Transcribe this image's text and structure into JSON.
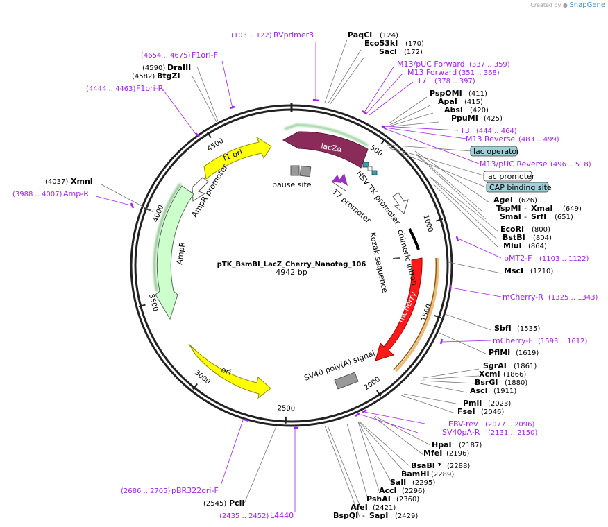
{
  "credit": {
    "prefix": "Created by",
    "brand": "SnapGene"
  },
  "plasmid": {
    "name": "pTK_BsmBI_LacZ_Cherry_Nanotag_106",
    "size": "4942 bp"
  },
  "ticks": [
    {
      "label": "500"
    },
    {
      "label": "1000"
    },
    {
      "label": "1500"
    },
    {
      "label": "2000"
    },
    {
      "label": "2500"
    },
    {
      "label": "3000"
    },
    {
      "label": "3500"
    },
    {
      "label": "4000"
    },
    {
      "label": "4500"
    }
  ],
  "features": [
    {
      "name": "lacZα",
      "color": "#8b2b5a"
    },
    {
      "name": "f1 ori",
      "color": "#ffff00"
    },
    {
      "name": "AmpR promoter",
      "color": "#ffffff"
    },
    {
      "name": "AmpR",
      "color": "#ccffcc"
    },
    {
      "name": "ori",
      "color": "#ffff00"
    },
    {
      "name": "mCherry",
      "color": "#ff0000"
    },
    {
      "name": "SV40 poly(A) signal",
      "color": "#999999"
    },
    {
      "name": "chimeric intron",
      "color": "#000000"
    },
    {
      "name": "Kozak sequence",
      "color": "#000000"
    },
    {
      "name": "HSV TK promoter",
      "color": "#ffffff"
    },
    {
      "name": "T7 promoter",
      "color": "#ffffff"
    },
    {
      "name": "pause site",
      "color": "#999999"
    }
  ],
  "enzymes": [
    {
      "name": "PaqCI",
      "pos": "(124)"
    },
    {
      "name": "Eco53kI",
      "pos": "(170)"
    },
    {
      "name": "SacI",
      "pos": "(172)"
    },
    {
      "name": "PspOMI",
      "pos": "(411)"
    },
    {
      "name": "ApaI",
      "pos": "(415)"
    },
    {
      "name": "AbsI",
      "pos": "(420)"
    },
    {
      "name": "PpuMI",
      "pos": "(425)"
    },
    {
      "name": "AgeI",
      "pos": "(626)"
    },
    {
      "name": "TspMI",
      "pos": ""
    },
    {
      "name": "XmaI",
      "pos": "(649)"
    },
    {
      "name": "SmaI",
      "pos": ""
    },
    {
      "name": "SrfI",
      "pos": "(651)"
    },
    {
      "name": "EcoRI",
      "pos": "(800)"
    },
    {
      "name": "BstBI",
      "pos": "(804)"
    },
    {
      "name": "MluI",
      "pos": "(864)"
    },
    {
      "name": "MscI",
      "pos": "(1210)"
    },
    {
      "name": "SbfI",
      "pos": "(1535)"
    },
    {
      "name": "PflMI",
      "pos": "(1619)"
    },
    {
      "name": "SgrAI",
      "pos": "(1861)"
    },
    {
      "name": "XcmI",
      "pos": "(1866)"
    },
    {
      "name": "BsrGI",
      "pos": "(1880)"
    },
    {
      "name": "AscI",
      "pos": "(1911)"
    },
    {
      "name": "PmlI",
      "pos": "(2023)"
    },
    {
      "name": "FseI",
      "pos": "(2046)"
    },
    {
      "name": "HpaI",
      "pos": "(2187)"
    },
    {
      "name": "MfeI",
      "pos": "(2196)"
    },
    {
      "name": "BsaBI *",
      "pos": "(2288)"
    },
    {
      "name": "BamHI",
      "pos": "(2289)"
    },
    {
      "name": "SalI",
      "pos": "(2295)"
    },
    {
      "name": "AccI",
      "pos": "(2296)"
    },
    {
      "name": "PshAI",
      "pos": "(2360)"
    },
    {
      "name": "AfeI",
      "pos": "(2421)"
    },
    {
      "name": "BspQI",
      "pos": ""
    },
    {
      "name": "SapI",
      "pos": "(2429)"
    },
    {
      "name": "PciI",
      "pos": "(2545)"
    },
    {
      "name": "XmnI",
      "pos": "(4037)"
    },
    {
      "name": "BtgZI",
      "pos": "(4582)"
    },
    {
      "name": "DraIII",
      "pos": "(4590)"
    }
  ],
  "primers": [
    {
      "name": "RVprimer3",
      "range": "(103 .. 122)"
    },
    {
      "name": "M13/pUC Forward",
      "range": "(337 .. 359)"
    },
    {
      "name": "M13 Forward",
      "range": "(351 .. 368)"
    },
    {
      "name": "T7",
      "range": "(378 .. 397)"
    },
    {
      "name": "T3",
      "range": "(444 .. 464)"
    },
    {
      "name": "M13 Reverse",
      "range": "(483 .. 499)"
    },
    {
      "name": "M13/pUC Reverse",
      "range": "(496 .. 518)"
    },
    {
      "name": "pMT2-F",
      "range": "(1103 .. 1122)"
    },
    {
      "name": "mCherry-R",
      "range": "(1325 .. 1343)"
    },
    {
      "name": "mCherry-F",
      "range": "(1593 .. 1612)"
    },
    {
      "name": "EBV-rev",
      "range": "(2077 .. 2096)"
    },
    {
      "name": "SV40pA-R",
      "range": "(2131 .. 2150)"
    },
    {
      "name": "L4440",
      "range": "(2435 .. 2452)"
    },
    {
      "name": "pBR322ori-F",
      "range": "(2686 .. 2705)"
    },
    {
      "name": "Amp-R",
      "range": "(3988 .. 4007)"
    },
    {
      "name": "F1ori-R",
      "range": "(4444 .. 4463)"
    },
    {
      "name": "F1ori-F",
      "range": "(4654 .. 4675)"
    }
  ],
  "boxed_features": [
    {
      "name": "lac operator",
      "bg": "#9fd0d8"
    },
    {
      "name": "lac promoter",
      "bg": "#ffffff"
    },
    {
      "name": "CAP binding site",
      "bg": "#9fd0d8"
    }
  ]
}
